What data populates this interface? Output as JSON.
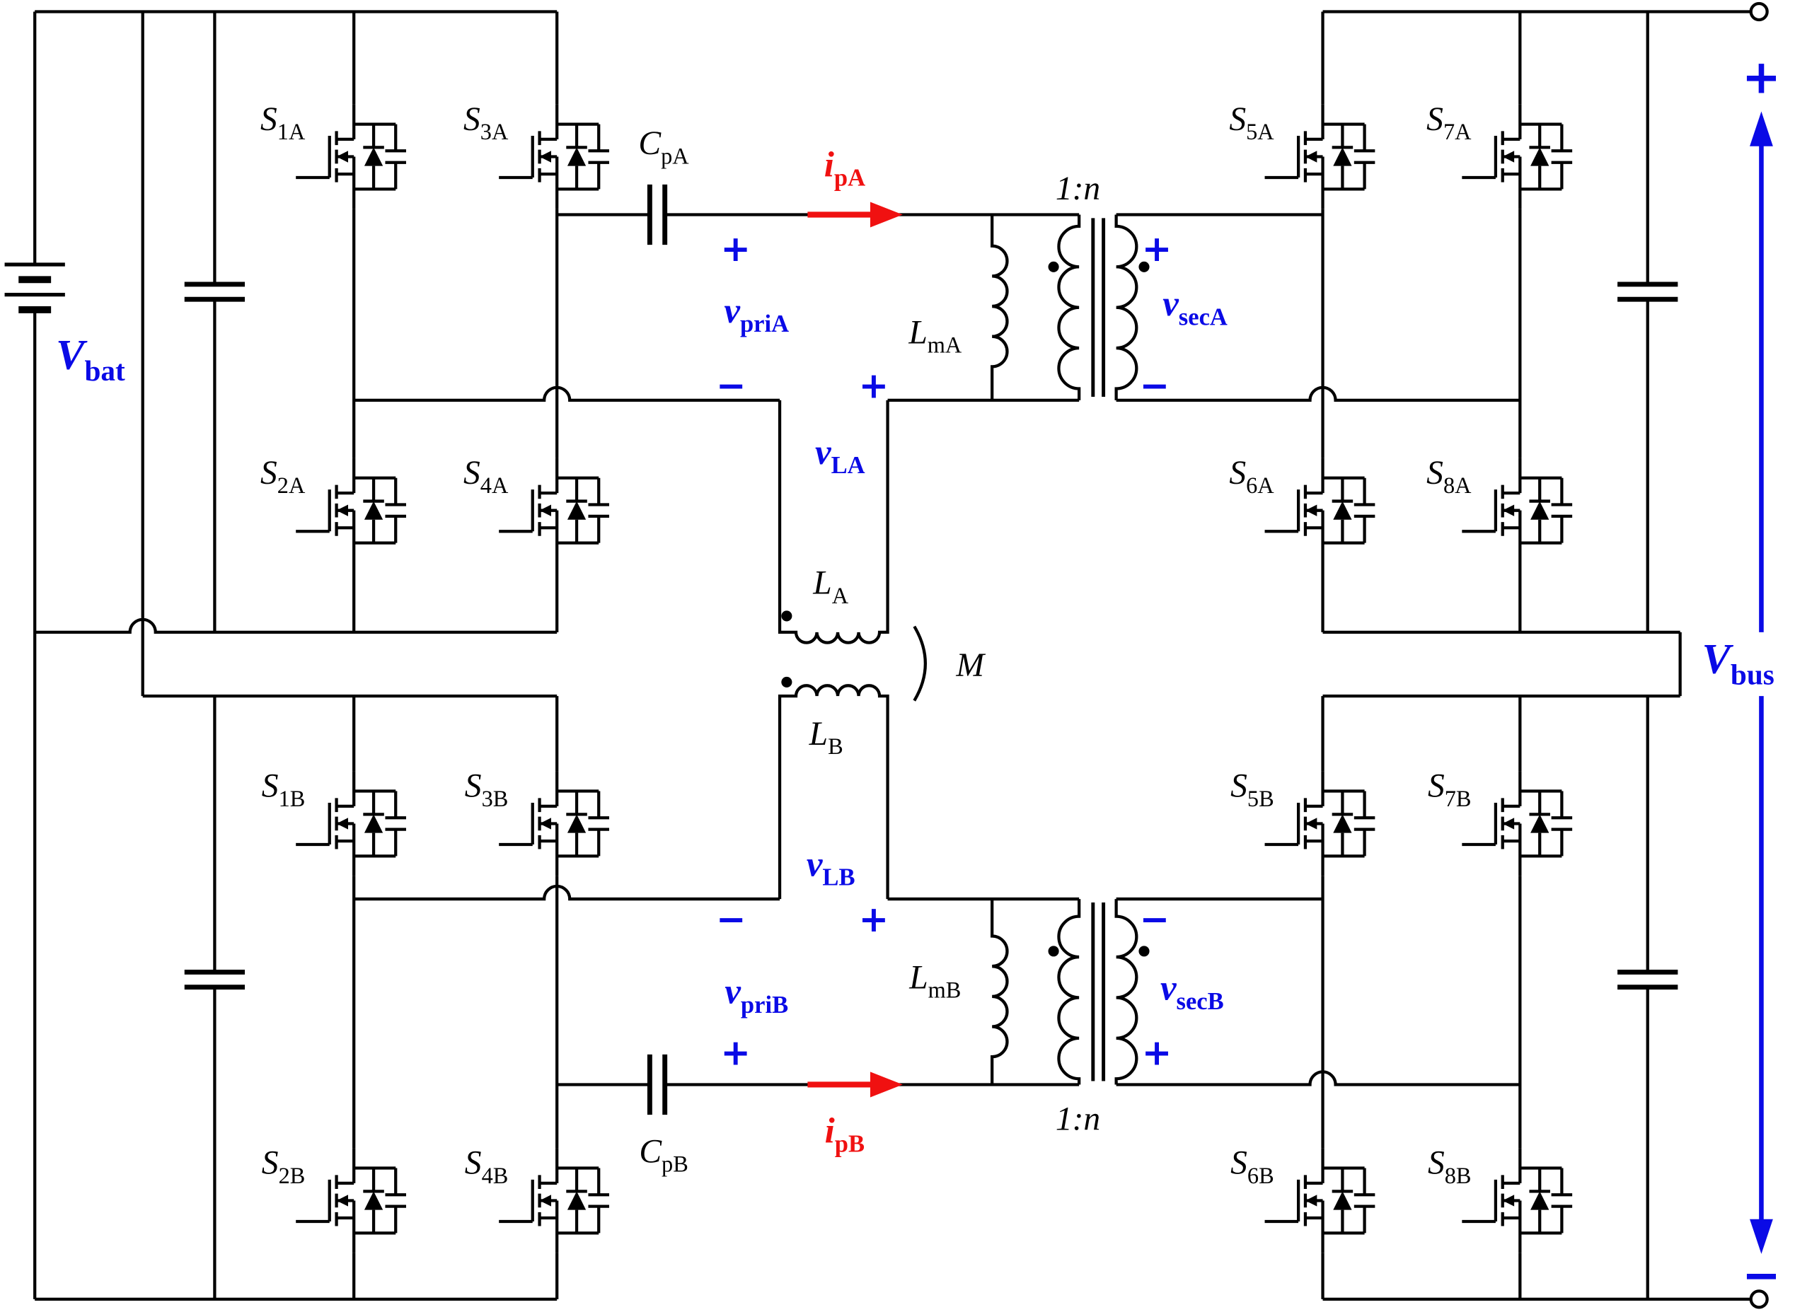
{
  "colors": {
    "wire": "#000000",
    "voltage": "#0a0ae6",
    "current": "#f01111"
  },
  "sources": {
    "vbat": {
      "base": "V",
      "sub": "bat"
    },
    "vbus": {
      "base": "V",
      "sub": "bus"
    }
  },
  "switches": {
    "s1a": {
      "base": "S",
      "sub": "1A"
    },
    "s3a": {
      "base": "S",
      "sub": "3A"
    },
    "s2a": {
      "base": "S",
      "sub": "2A"
    },
    "s4a": {
      "base": "S",
      "sub": "4A"
    },
    "s5a": {
      "base": "S",
      "sub": "5A"
    },
    "s7a": {
      "base": "S",
      "sub": "7A"
    },
    "s6a": {
      "base": "S",
      "sub": "6A"
    },
    "s8a": {
      "base": "S",
      "sub": "8A"
    },
    "s1b": {
      "base": "S",
      "sub": "1B"
    },
    "s3b": {
      "base": "S",
      "sub": "3B"
    },
    "s2b": {
      "base": "S",
      "sub": "2B"
    },
    "s4b": {
      "base": "S",
      "sub": "4B"
    },
    "s5b": {
      "base": "S",
      "sub": "5B"
    },
    "s7b": {
      "base": "S",
      "sub": "7B"
    },
    "s6b": {
      "base": "S",
      "sub": "6B"
    },
    "s8b": {
      "base": "S",
      "sub": "8B"
    }
  },
  "components": {
    "cpa": {
      "base": "C",
      "sub": "pA"
    },
    "cpb": {
      "base": "C",
      "sub": "pB"
    },
    "lma": {
      "base": "L",
      "sub": "mA"
    },
    "lmb": {
      "base": "L",
      "sub": "mB"
    },
    "la": {
      "base": "L",
      "sub": "A"
    },
    "lb": {
      "base": "L",
      "sub": "B"
    },
    "mutual": "M",
    "turns_ratio_a": "1:n",
    "turns_ratio_b": "1:n"
  },
  "currents": {
    "ipa": {
      "base": "i",
      "sub": "pA"
    },
    "ipb": {
      "base": "i",
      "sub": "pB"
    }
  },
  "voltages": {
    "vpria": {
      "base": "v",
      "sub": "priA"
    },
    "vprib": {
      "base": "v",
      "sub": "priB"
    },
    "vseca": {
      "base": "v",
      "sub": "secA"
    },
    "vsecb": {
      "base": "v",
      "sub": "secB"
    },
    "vla": {
      "base": "v",
      "sub": "LA"
    },
    "vlb": {
      "base": "v",
      "sub": "LB"
    }
  },
  "signs": {
    "plus": "+",
    "minus": "−"
  }
}
